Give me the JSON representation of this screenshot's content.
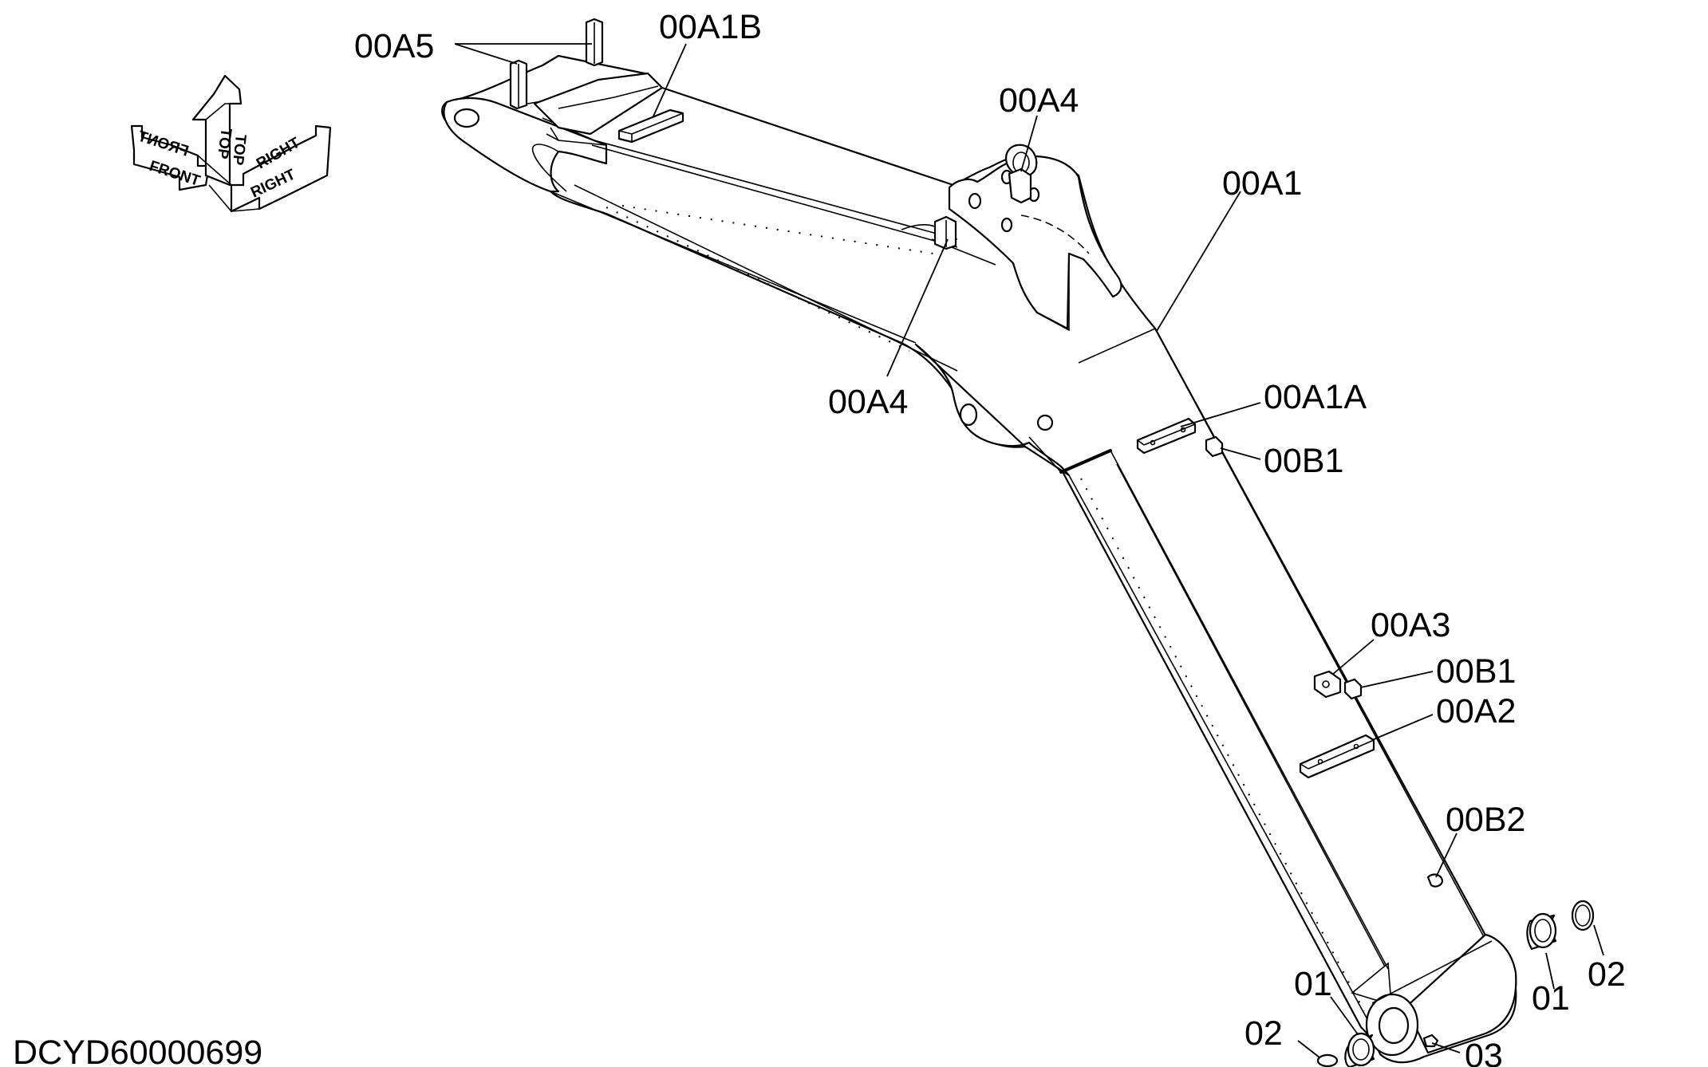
{
  "document_id": "DCYD60000699",
  "orientation": {
    "front": "FRONT",
    "top": "TOP",
    "right": "RIGHT"
  },
  "callouts": [
    {
      "id": "c-00A5",
      "text": "00A5"
    },
    {
      "id": "c-00A1B",
      "text": "00A1B"
    },
    {
      "id": "c-00A4-top",
      "text": "00A4"
    },
    {
      "id": "c-00A1",
      "text": "00A1"
    },
    {
      "id": "c-00A4-mid",
      "text": "00A4"
    },
    {
      "id": "c-00A1A",
      "text": "00A1A"
    },
    {
      "id": "c-00B1-upper",
      "text": "00B1"
    },
    {
      "id": "c-00A3",
      "text": "00A3"
    },
    {
      "id": "c-00B1-lower",
      "text": "00B1"
    },
    {
      "id": "c-00A2",
      "text": "00A2"
    },
    {
      "id": "c-00B2",
      "text": "00B2"
    },
    {
      "id": "c-01-left",
      "text": "01"
    },
    {
      "id": "c-02-left",
      "text": "02"
    },
    {
      "id": "c-03",
      "text": "03"
    },
    {
      "id": "c-01-right",
      "text": "01"
    },
    {
      "id": "c-02-right",
      "text": "02"
    }
  ]
}
